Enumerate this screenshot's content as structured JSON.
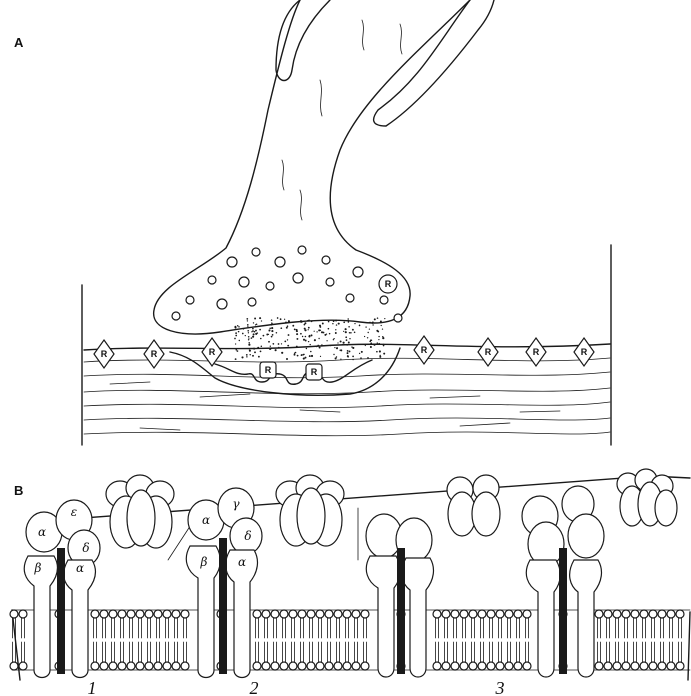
{
  "panels": {
    "a_label": "A",
    "b_label": "B"
  },
  "receptor_label": "R",
  "subunits": {
    "alpha": "α",
    "beta": "β",
    "gamma": "γ",
    "delta": "δ",
    "epsilon": "ε"
  },
  "stage_numbers": [
    "1",
    "2",
    "3"
  ]
}
